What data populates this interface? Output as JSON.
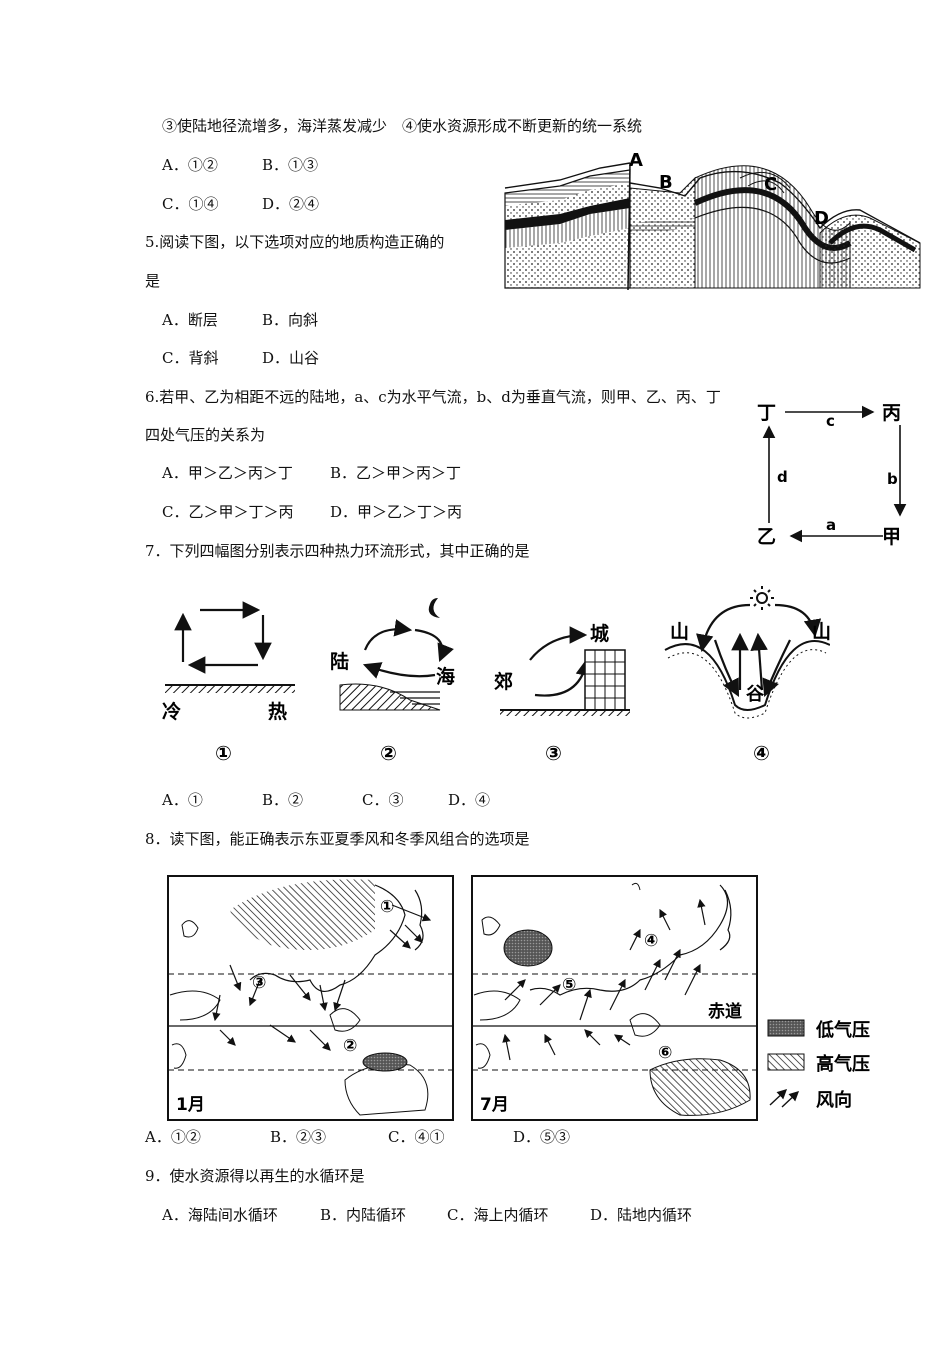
{
  "q4": {
    "cont": "③使陆地径流增多，海洋蒸发减少　④使水资源形成不断更新的统一系统",
    "optA": "A．①②",
    "optB": "B．①③",
    "optC": "C．①④",
    "optD": "D．②④"
  },
  "q5": {
    "stem1": "5.阅读下图，以下选项对应的地质构造正确的",
    "stem2": "是",
    "optA": "A．断层",
    "optB": "B．向斜",
    "optC": "C．背斜",
    "optD": "D．山谷",
    "fig": {
      "A": "A",
      "B": "B",
      "C": "C",
      "D": "D"
    }
  },
  "q6": {
    "stem1": "6.若甲、乙为相距不远的陆地，a、c为水平气流，b、d为垂直气流，则甲、乙、丙、丁",
    "stem2": "四处气压的关系为",
    "optA": "A．甲＞乙＞丙＞丁",
    "optB": "B．乙＞甲＞丙＞丁",
    "optC": "C．乙＞甲＞丁＞丙",
    "optD": "D．甲＞乙＞丁＞丙",
    "fig": {
      "ding": "丁",
      "bing": "丙",
      "yi": "乙",
      "jia": "甲",
      "a": "a",
      "b": "b",
      "c": "c",
      "d": "d"
    }
  },
  "q7": {
    "stem": "7．下列四幅图分别表示四种热力环流形式，其中正确的是",
    "optA": "A．①",
    "optB": "B．②",
    "optC": "C．③",
    "optD": "D．④",
    "fig": {
      "leng": "冷",
      "re": "热",
      "lu": "陆",
      "hai": "海",
      "cheng": "城",
      "jiao": "郊",
      "shan": "山",
      "gu": "谷",
      "n1": "①",
      "n2": "②",
      "n3": "③",
      "n4": "④"
    }
  },
  "q8": {
    "stem": "8．读下图，能正确表示东亚夏季风和冬季风组合的选项是",
    "optA": "A．①②",
    "optB": "B．②③",
    "optC": "C．④①",
    "optD": "D．⑤③",
    "fig": {
      "jan": "1月",
      "jul": "7月",
      "equator": "赤道",
      "low": "低气压",
      "high": "高气压",
      "wind": "风向",
      "m1": "①",
      "m2": "②",
      "m3": "③",
      "m4": "④",
      "m5": "⑤",
      "m6": "⑥"
    }
  },
  "q9": {
    "stem": "9．使水资源得以再生的水循环是",
    "optA": "A．海陆间水循环",
    "optB": "B．内陆循环",
    "optC": "C．海上内循环",
    "optD": "D．陆地内循环"
  }
}
